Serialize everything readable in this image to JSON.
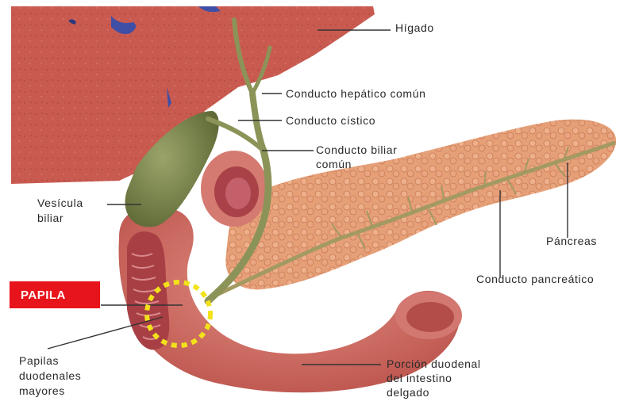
{
  "labels": {
    "higado": "Hígado",
    "hepatico": "Conducto hepático común",
    "cistico": "Conducto cístico",
    "biliar_l1": "Conducto biliar",
    "biliar_l2": "común",
    "vesicula_l1": "Vesícula",
    "vesicula_l2": "biliar",
    "pancreas": "Páncreas",
    "pancreatico": "Conducto pancreático",
    "papila": "PAPILA",
    "papilas_l1": "Papilas",
    "papilas_l2": "duodenales",
    "papilas_l3": "mayores",
    "porcion_l1": "Porción duodenal",
    "porcion_l2": "del intestino",
    "porcion_l3": "delgado"
  },
  "colors": {
    "liver": "#c8574f",
    "gallbladder": "#7f8a4a",
    "duodenum": "#d7746b",
    "pancreas": "#e8a07a",
    "duct": "#9aa06a",
    "highlight": "#f2e21a",
    "badge": "#e8141b"
  }
}
